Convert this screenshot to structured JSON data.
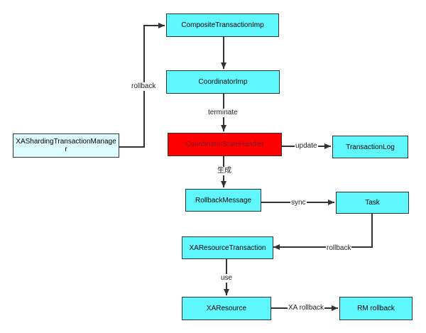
{
  "nodes": {
    "composite": "CompositeTransactionImp",
    "coordinator": "CoordinatorImp",
    "xa_manager": "XAShardingTransactionManager",
    "state_handler": "CoordinatorStateHandler",
    "transaction_log": "TransactionLog",
    "rollback_message": "RollbackMessage",
    "task": "Task",
    "xa_resource_transaction": "XAResourceTransaction",
    "xa_resource": "XAResource",
    "rm_rollback": "RM rollback"
  },
  "edges": {
    "manager_to_composite": "rollback",
    "coordinator_to_handler": "terminate",
    "handler_to_log": "update",
    "handler_to_message": "生成",
    "message_to_task": "sync",
    "task_to_xart": "rollback",
    "xart_to_xares": "use",
    "xares_to_rm": "XA rollback"
  },
  "colors": {
    "node_fill": "#5ff8ff",
    "manager_fill": "#dcfcff",
    "highlight_fill": "#ff0000",
    "line": "#333333"
  }
}
